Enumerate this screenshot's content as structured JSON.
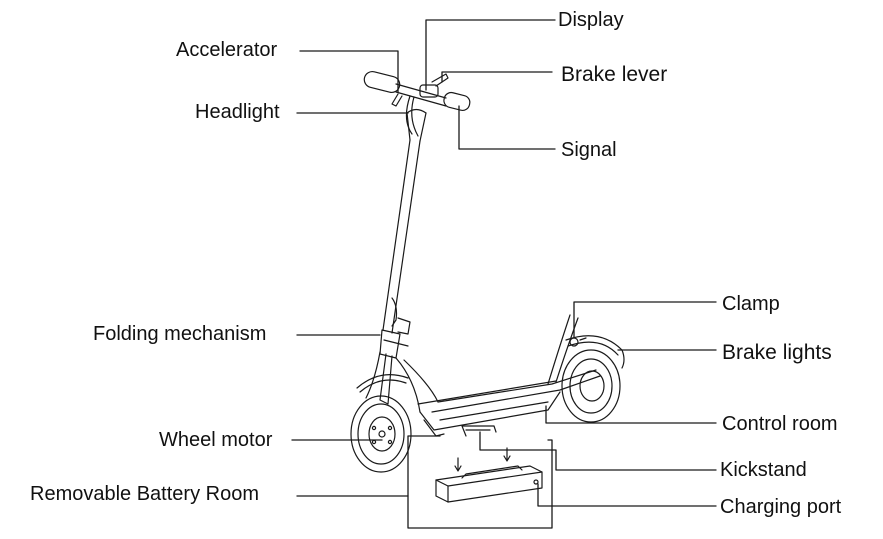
{
  "labels": {
    "display": "Display",
    "accelerator": "Accelerator",
    "brake_lever": "Brake lever",
    "headlight": "Headlight",
    "signal": "Signal",
    "clamp": "Clamp",
    "brake_lights": "Brake lights",
    "folding_mechanism": "Folding mechanism",
    "control_room": "Control room",
    "wheel_motor": "Wheel motor",
    "kickstand": "Kickstand",
    "removable_battery_room": "Removable Battery Room",
    "charging_port": "Charging port"
  },
  "colors": {
    "line": "#1a1a1a",
    "text": "#111111"
  }
}
